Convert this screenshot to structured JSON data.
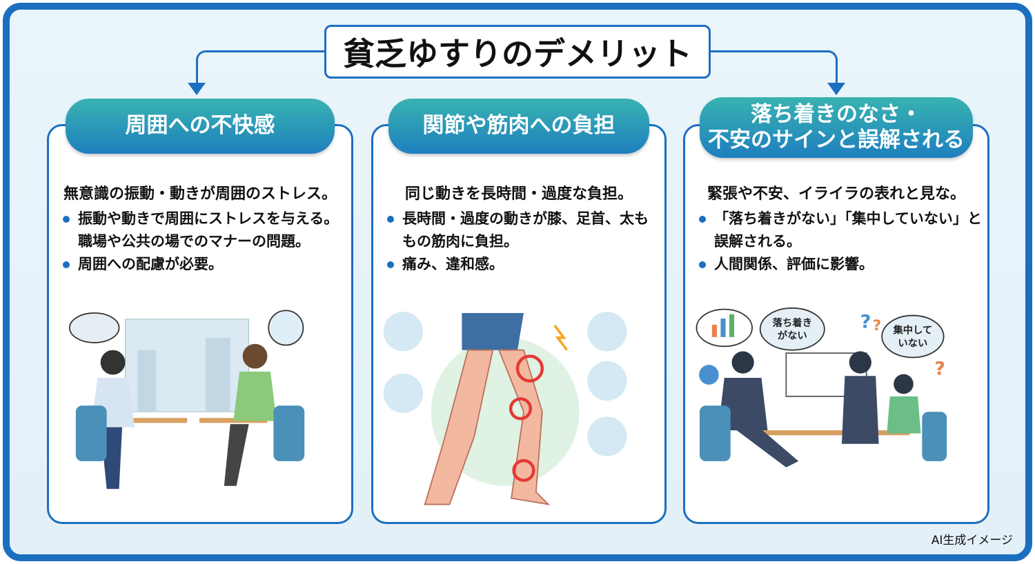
{
  "title": "貧乏ゆすりのデメリット",
  "panels": [
    {
      "heading": "周囲への不快感",
      "lead": "無意識の振動・動きが周囲のストレス。",
      "bullets": [
        "振動や動きで周囲にストレスを与える。職場や公共の場でのマナーの問題。",
        "周囲への配慮が必要。"
      ]
    },
    {
      "heading": "関節や筋肉への負担",
      "lead": "同じ動きを長時間・過度な負担。",
      "bullets": [
        "長時間・過度の動きが膝、足首、太ももの筋肉に負担。",
        "痛み、違和感。"
      ]
    },
    {
      "heading_line1": "落ち着きのなさ・",
      "heading_line2": "不安のサインと誤解される",
      "lead": "緊張や不安、イライラの表れと見な。",
      "bullets": [
        "「落ち着きがない」「集中していない」と誤解される。",
        "人間関係、評価に影響。"
      ],
      "bubble1_line1": "落ち着き",
      "bubble1_line2": "がない",
      "bubble2_line1": "集中して",
      "bubble2_line2": "いない"
    }
  ],
  "footer": "AI生成イメージ",
  "colors": {
    "frame": "#1b6fc0",
    "pill_top": "#38b3b0",
    "pill_bottom": "#1f7fbf",
    "pain": "#e53935"
  }
}
